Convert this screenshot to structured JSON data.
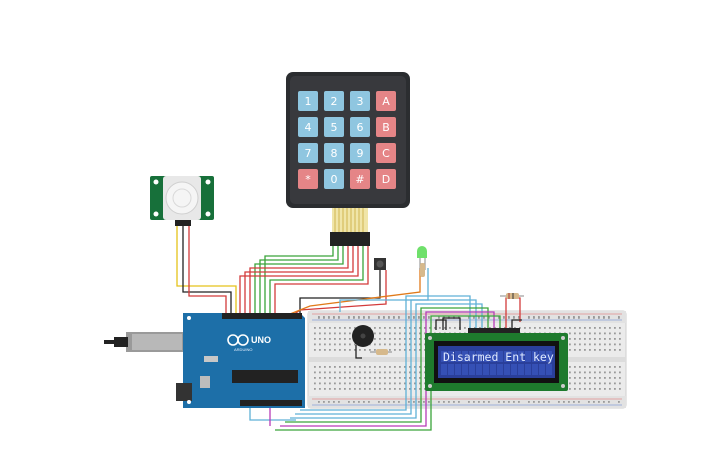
{
  "keypad": {
    "keys": [
      [
        "1",
        "2",
        "3",
        "A"
      ],
      [
        "4",
        "5",
        "6",
        "B"
      ],
      [
        "7",
        "8",
        "9",
        "C"
      ],
      [
        "*",
        "0",
        "#",
        "D"
      ]
    ]
  },
  "lcd": {
    "line1": "Disarmed Ent key",
    "line2": ""
  },
  "arduino": {
    "model": "UNO",
    "brand": "ARDUINO"
  },
  "colors": {
    "keypad_body": "#2b2d30",
    "key_digit": "#8fc6e0",
    "key_letter": "#e58587",
    "arduino_board": "#1d6fa8",
    "lcd_bezel": "#1e7a2d",
    "lcd_screen": "#2a3f9a",
    "pir_board": "#17703a",
    "breadboard": "#ececec",
    "led_green": "#6fe06b"
  }
}
